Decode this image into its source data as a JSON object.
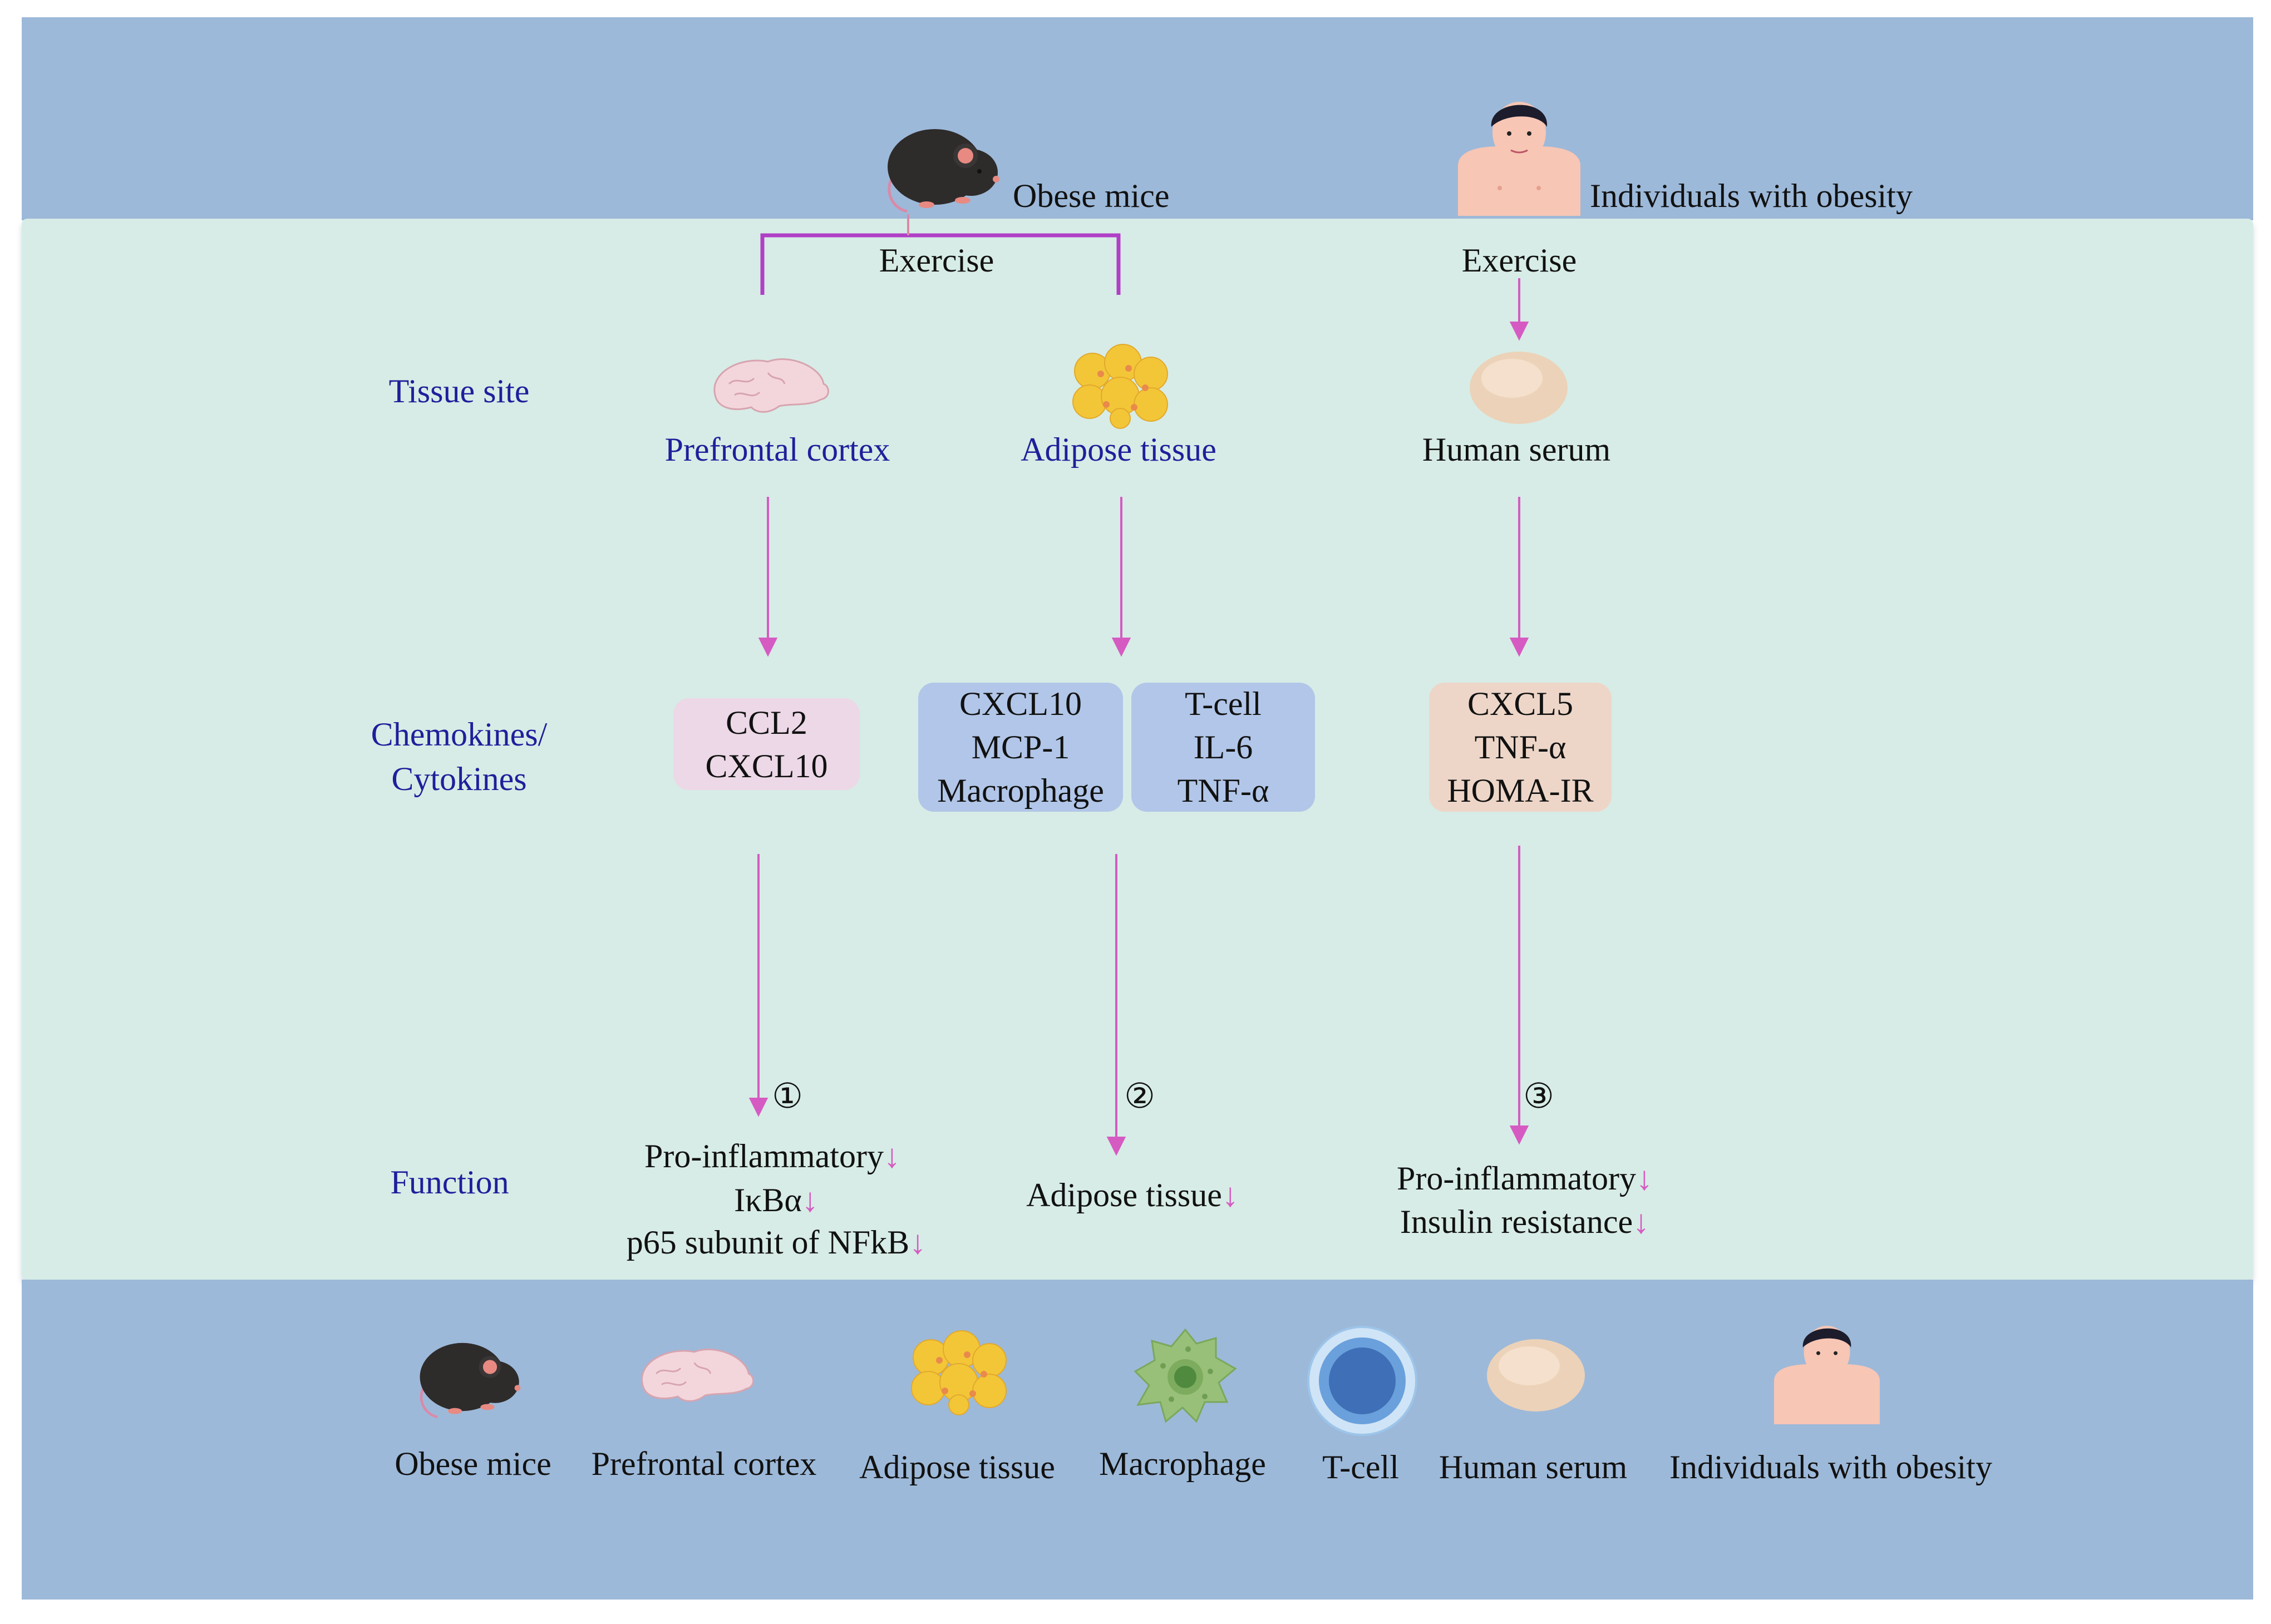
{
  "header": {
    "mice_label": "Obese mice",
    "human_label": "Individuals with obesity"
  },
  "flow": {
    "exercise_mice": "Exercise",
    "exercise_human": "Exercise"
  },
  "rows": {
    "tissue_site": "Tissue site",
    "chemokines_line1": "Chemokines/",
    "chemokines_line2": "Cytokines",
    "function": "Function"
  },
  "tissues": {
    "prefrontal": "Prefrontal cortex",
    "adipose": "Adipose tissue",
    "serum": "Human serum"
  },
  "boxes": {
    "box1": [
      "CCL2",
      "CXCL10"
    ],
    "box2": [
      "CXCL10",
      "MCP-1",
      "Macrophage"
    ],
    "box3": [
      "T-cell",
      "IL-6",
      "TNF-α"
    ],
    "box4": [
      "CXCL5",
      "TNF-α",
      "HOMA-IR"
    ]
  },
  "markers": {
    "m1": "①",
    "m2": "②",
    "m3": "③"
  },
  "functions": {
    "col1": [
      "Pro-inflammatory",
      "IκBα",
      "p65 subunit of NFkB"
    ],
    "col2": [
      "Adipose tissue"
    ],
    "col3": [
      "Pro-inflammatory",
      "Insulin resistance"
    ],
    "down_arrow": "↓"
  },
  "legend": {
    "items": [
      "Obese mice",
      "Prefrontal cortex",
      "Adipose tissue",
      "Macrophage",
      "T-cell",
      "Human serum",
      "Individuals with obesity"
    ]
  },
  "colors": {
    "band_blue": "#9db9d9",
    "panel_green": "#d7ece6",
    "arrow_pink": "#d55bc2",
    "bracket_purple": "#b13fc6",
    "box_pink": "#ecd8e6",
    "box_blue": "#b1c6e8",
    "box_peach": "#edd6c8",
    "label_blue": "#1f1f9c"
  }
}
